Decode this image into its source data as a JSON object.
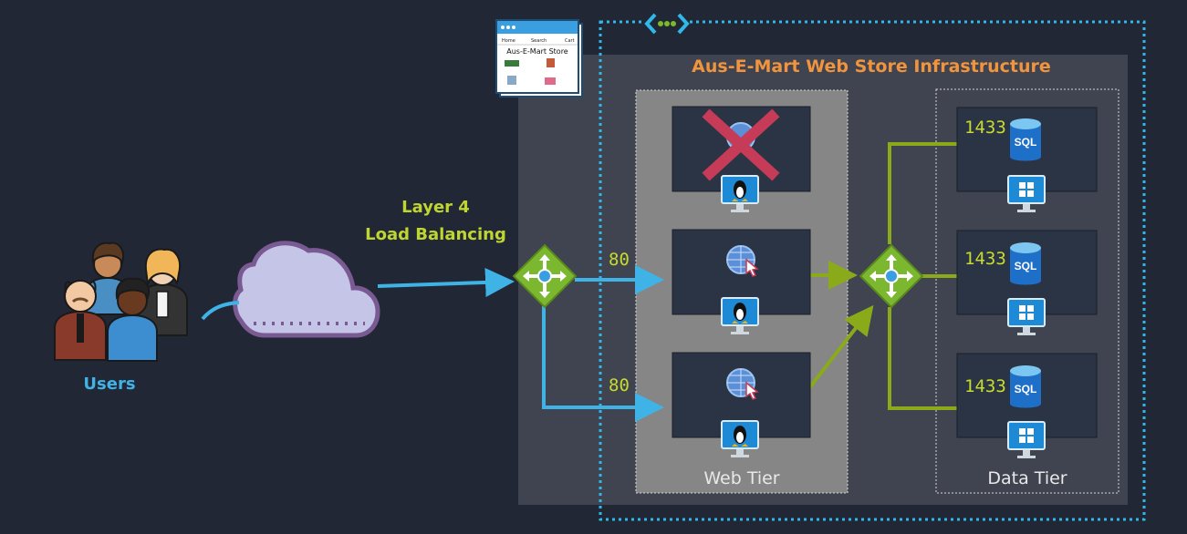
{
  "title": "Aus-E-Mart Web Store Infrastructure",
  "load_balancer_label": {
    "line1": "Layer 4",
    "line2": "Load Balancing"
  },
  "users_label": "Users",
  "web_tier": {
    "label": "Web Tier",
    "servers": [
      {
        "port": "",
        "status": "failed"
      },
      {
        "port": "80",
        "status": "ok"
      },
      {
        "port": "80",
        "status": "ok"
      }
    ]
  },
  "data_tier": {
    "label": "Data Tier",
    "servers": [
      {
        "port": "1433",
        "db_label": "SQL"
      },
      {
        "port": "1433",
        "db_label": "SQL"
      },
      {
        "port": "1433",
        "db_label": "SQL"
      }
    ]
  },
  "store_window": {
    "nav": [
      "Home",
      "Search",
      "Cart"
    ],
    "title": "Aus-E-Mart Store"
  },
  "colors": {
    "background": "#222736",
    "title": "#f0953e",
    "lb_label": "#bfd630",
    "users": "#3fb3e6",
    "blue_link": "#3fb3e6",
    "green_link": "#8aaa1a",
    "vnet_border": "#2fb8e8",
    "failed_x": "#c63b57"
  }
}
